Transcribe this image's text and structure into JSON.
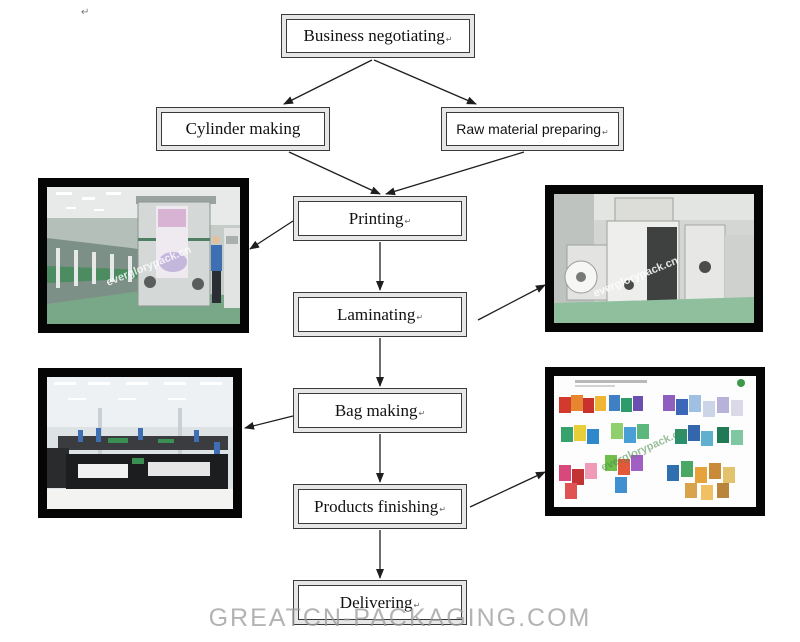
{
  "document": {
    "corner_mark": "↵"
  },
  "steps": {
    "business": {
      "label": "Business negotiating",
      "mark": "↵"
    },
    "cylinder": {
      "label": "Cylinder making"
    },
    "raw_material": {
      "label": "Raw material preparing",
      "mark": "↵"
    },
    "printing": {
      "label": "Printing",
      "mark": "↵"
    },
    "laminating": {
      "label": "Laminating",
      "mark": "↵"
    },
    "bag_making": {
      "label": "Bag making",
      "mark": "↵"
    },
    "products_finishing": {
      "label": "Products finishing",
      "mark": "↵"
    },
    "delivering": {
      "label": "Delivering",
      "mark": "↵"
    }
  },
  "photos": {
    "printing": {
      "watermark": "everglorypack.cn"
    },
    "laminating": {
      "watermark": "everglorypack.cn"
    },
    "products": {
      "watermark": "everglorypack.cn"
    }
  },
  "watermark": "GREATCN-PACKAGING.COM",
  "colors": {
    "box_border": "#3a3a3a",
    "box_band": "#e6e6e6",
    "arrow": "#1e1e1e",
    "watermark": "#9a9a9a"
  }
}
